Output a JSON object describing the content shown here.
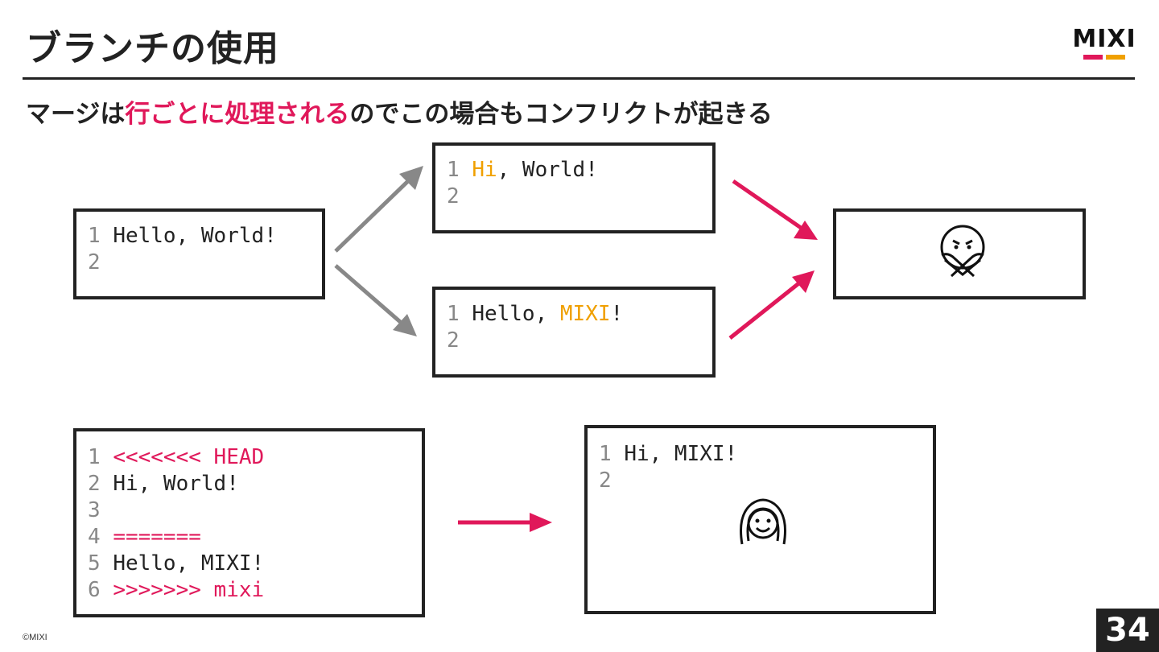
{
  "slide": {
    "title": "ブランチの使用",
    "subtitle": {
      "pre": "マージは",
      "highlight": "行ごとに処理される",
      "post": "のでこの場合もコンフリクトが起きる"
    },
    "logo": {
      "text": "MIXI",
      "colors": [
        "#e0185a",
        "#f0a000"
      ]
    },
    "footer": "©MIXI",
    "page_number": "34"
  },
  "boxes": {
    "original": {
      "lines": [
        {
          "num": "1",
          "parts": [
            {
              "t": "Hello, World!",
              "c": ""
            }
          ]
        },
        {
          "num": "2",
          "parts": []
        }
      ]
    },
    "branch_a": {
      "lines": [
        {
          "num": "1",
          "parts": [
            {
              "t": "Hi",
              "c": "org"
            },
            {
              "t": ", World!",
              "c": ""
            }
          ]
        },
        {
          "num": "2",
          "parts": []
        }
      ]
    },
    "branch_b": {
      "lines": [
        {
          "num": "1",
          "parts": [
            {
              "t": "Hello, ",
              "c": ""
            },
            {
              "t": "MIXI",
              "c": "org"
            },
            {
              "t": "!",
              "c": ""
            }
          ]
        },
        {
          "num": "2",
          "parts": []
        }
      ]
    },
    "conflict": {
      "lines": [
        {
          "num": "1",
          "parts": [
            {
              "t": "<<<<<<< HEAD",
              "c": "pink"
            }
          ]
        },
        {
          "num": "2",
          "parts": [
            {
              "t": "Hi, World!",
              "c": ""
            }
          ]
        },
        {
          "num": "3",
          "parts": []
        },
        {
          "num": "4",
          "parts": [
            {
              "t": "=======",
              "c": "pink"
            }
          ]
        },
        {
          "num": "5",
          "parts": [
            {
              "t": "Hello, MIXI!",
              "c": ""
            }
          ]
        },
        {
          "num": "6",
          "parts": [
            {
              "t": ">>>>>>> mixi",
              "c": "pink"
            }
          ]
        }
      ]
    },
    "resolved": {
      "lines": [
        {
          "num": "1",
          "parts": [
            {
              "t": "Hi, MIXI!",
              "c": ""
            }
          ]
        },
        {
          "num": "2",
          "parts": []
        }
      ]
    }
  },
  "icons": {
    "merge_result": "no-gesture-face-icon",
    "resolved": "happy-person-icon"
  },
  "colors": {
    "accent": "#e0185a",
    "highlight": "#f0a000",
    "arrow_gray": "#888888"
  }
}
